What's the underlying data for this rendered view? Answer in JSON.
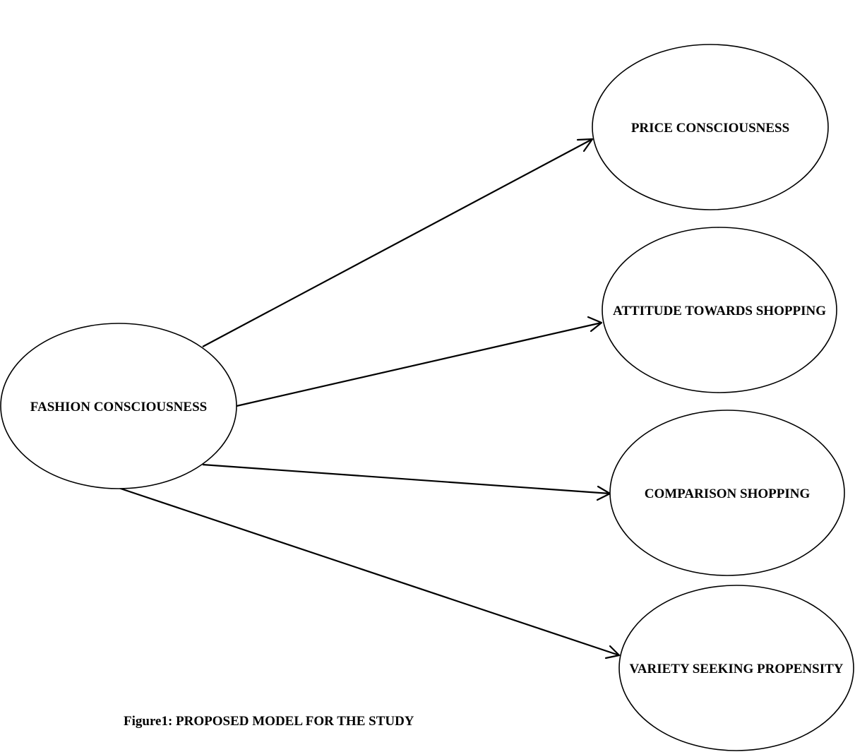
{
  "diagram": {
    "source_node": {
      "id": "fashion",
      "label": "FASHION CONSCIOUSNESS"
    },
    "target_nodes": [
      {
        "id": "price",
        "label": "PRICE CONSCIOUSNESS"
      },
      {
        "id": "attitude",
        "label": "ATTITUDE TOWARDS SHOPPING"
      },
      {
        "id": "comparison",
        "label": "COMPARISON SHOPPING"
      },
      {
        "id": "variety",
        "label": "VARIETY SEEKING PROPENSITY"
      }
    ],
    "edges": [
      {
        "from": "fashion",
        "to": "price"
      },
      {
        "from": "fashion",
        "to": "attitude"
      },
      {
        "from": "fashion",
        "to": "comparison"
      },
      {
        "from": "fashion",
        "to": "variety"
      }
    ],
    "caption": "Figure1: PROPOSED MODEL FOR THE STUDY"
  }
}
